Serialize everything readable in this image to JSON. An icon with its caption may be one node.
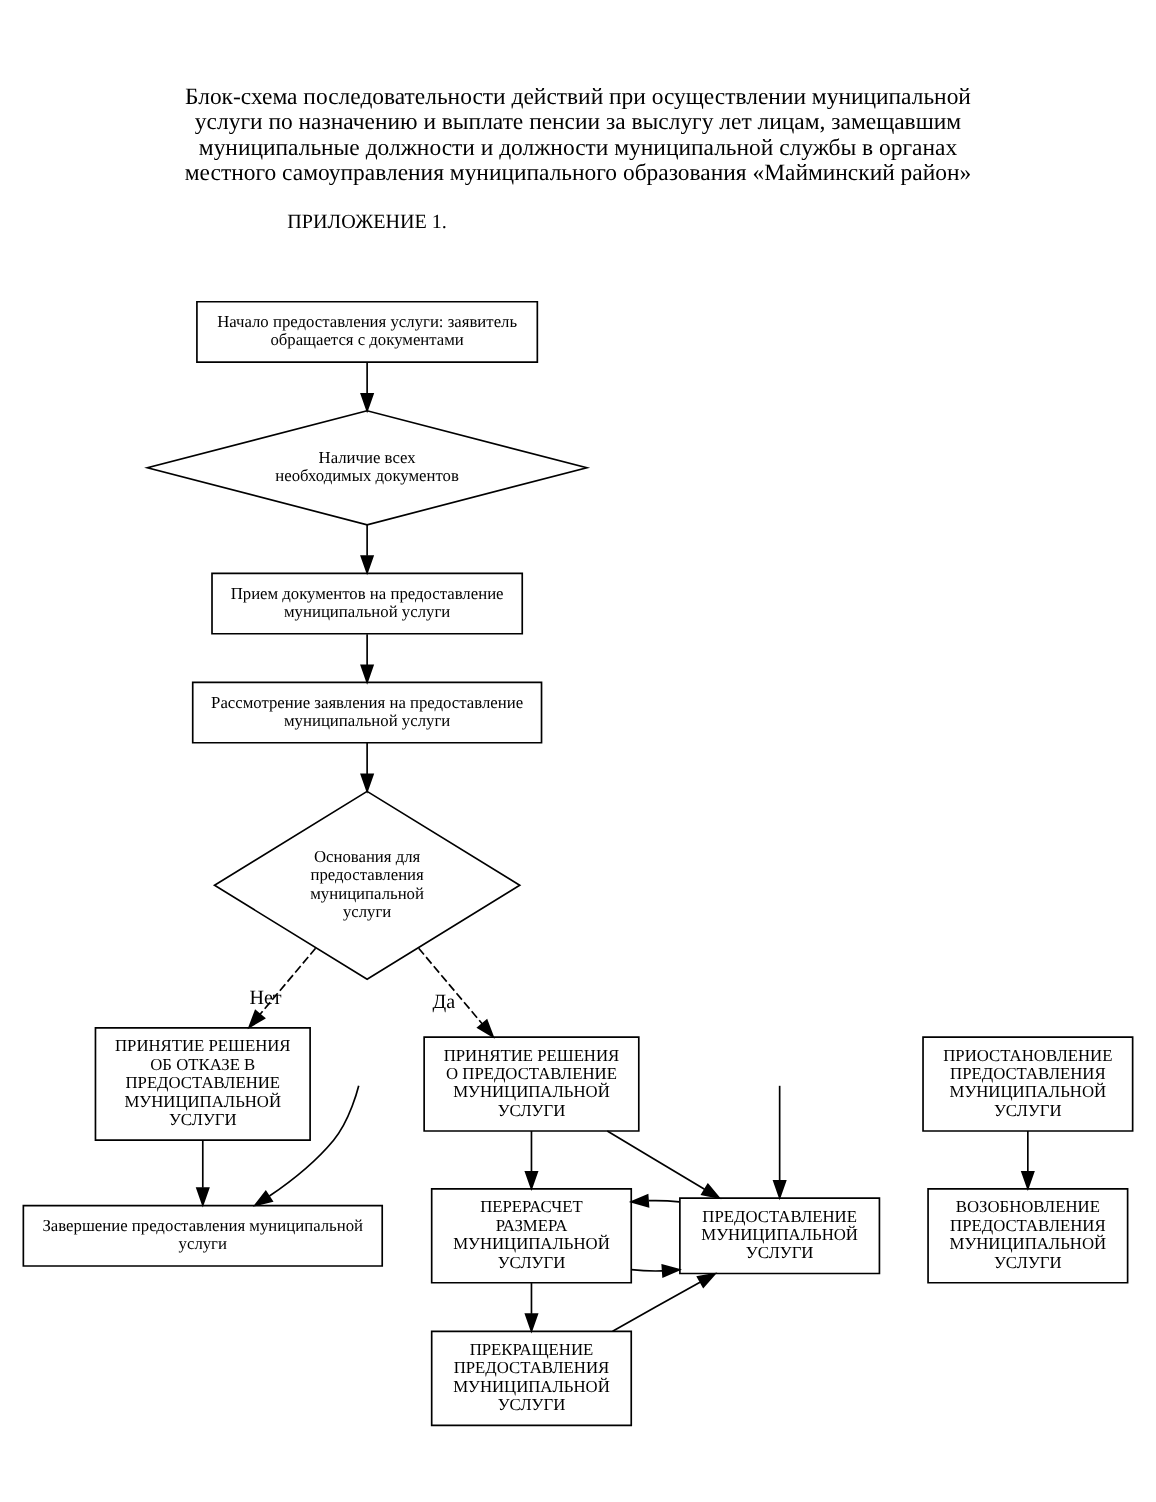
{
  "diagram": {
    "title": "Блок-схема последовательности действий при осуществлении муниципальной услуги по назначению и выплате пенсии за выслугу лет лицам, замещавшим муниципальные должности и должности муниципальной службы в органах местного самоуправления муниципального образования «Майминский район»",
    "nodes": [
      {
        "text": [
          "Начало предоставления услуги: заявитель обращается с документами"
        ]
      },
      {
        "text": [
          "Наличие всех необходимых документов"
        ]
      },
      {
        "text": [
          "Прием документов на предоставление муниципальной услуги"
        ]
      },
      {
        "text": [
          "Рассмотрение заявления на предоставление муниципальной услуги"
        ]
      },
      {
        "text": [
          "Основания для предоставления муниципальной услуги"
        ]
      },
      {
        "text": [
          "ПРИНЯТИЕ РЕШЕНИЯ ОБ ОТКАЗЕ В ПРЕДОСТАВЛЕНИЕ МУНИЦИПАЛЬНОЙ УСЛУГИ"
        ]
      },
      {
        "text": [
          "ПРИОСТАНОВЛЕНИЕ ПРЕДОСТАВЛЕНИЯ МУНИЦИПАЛЬНОЙ УСЛУГИ"
        ]
      },
      {
        "text": [
          "ПРИНЯТИЕ РЕШЕНИЯ О ПРЕДОСТАВЛЕНИЕ МУНИЦИПАЛЬНОЙ УСЛУГИ"
        ]
      },
      {
        "text": [
          "ВОЗОБНОВЛЕНИЕ ПРЕДОСТАВЛЕНИЯ МУНИЦИПАЛЬНОЙ УСЛУГИ"
        ]
      },
      {
        "text": [
          "ПРЕДОСТАВЛЕНИЕ МУНИЦИПАЛЬНОЙ УСЛУГИ"
        ]
      },
      {
        "text": [
          "ПЕРЕРАСЧЕТ РАЗМЕРА МУНИЦИПАЛЬНОЙ УСЛУГИ"
        ]
      },
      {
        "text": [
          "ПРЕКРАЩЕНИЕ ПРЕДОСТАВЛЕНИЯ МУНИЦИПАЛЬНОЙ УСЛУГИ"
        ]
      },
      {
        "text": [
          "Завершение предоставления муниципальной услуги"
        ]
      }
    ],
    "edges": [
      {
        "from": 0,
        "to": 1,
        "arrow": "to"
      },
      {
        "from": 1,
        "to": 2,
        "arrow": "to"
      },
      {
        "from": 2,
        "to": 3,
        "arrow": "to"
      },
      {
        "from": 3,
        "to": 4,
        "arrow": "to"
      },
      {
        "from": 4,
        "to": 5,
        "arrow": "to",
        "style": "dashed",
        "label": "Нет"
      },
      {
        "from": 4,
        "to": 7,
        "arrow": "to",
        "style": "dashed",
        "label": "Да"
      },
      {
        "from": 6,
        "to": 8,
        "arrow": "to"
      },
      {
        "from": 7,
        "to": 9,
        "arrow": "to"
      },
      {
        "from": 7,
        "to": 10,
        "arrow": "to"
      },
      {
        "from": 10,
        "to": 9,
        "arrow": "to"
      },
      {
        "from": 9,
        "to": 10,
        "arrow": "to"
      },
      {
        "from": 10,
        "to": 11,
        "arrow": "to"
      },
      {
        "from": 11,
        "to": 9,
        "arrow": "to"
      },
      {
        "from": null,
        "to": 9,
        "arrow": "to"
      },
      {
        "from": 5,
        "to": 12,
        "arrow": "to"
      },
      {
        "from": null,
        "to": 12,
        "arrow": "to"
      }
    ],
    "labels": [
      "ПРИЛОЖЕНИЕ 1."
    ]
  }
}
